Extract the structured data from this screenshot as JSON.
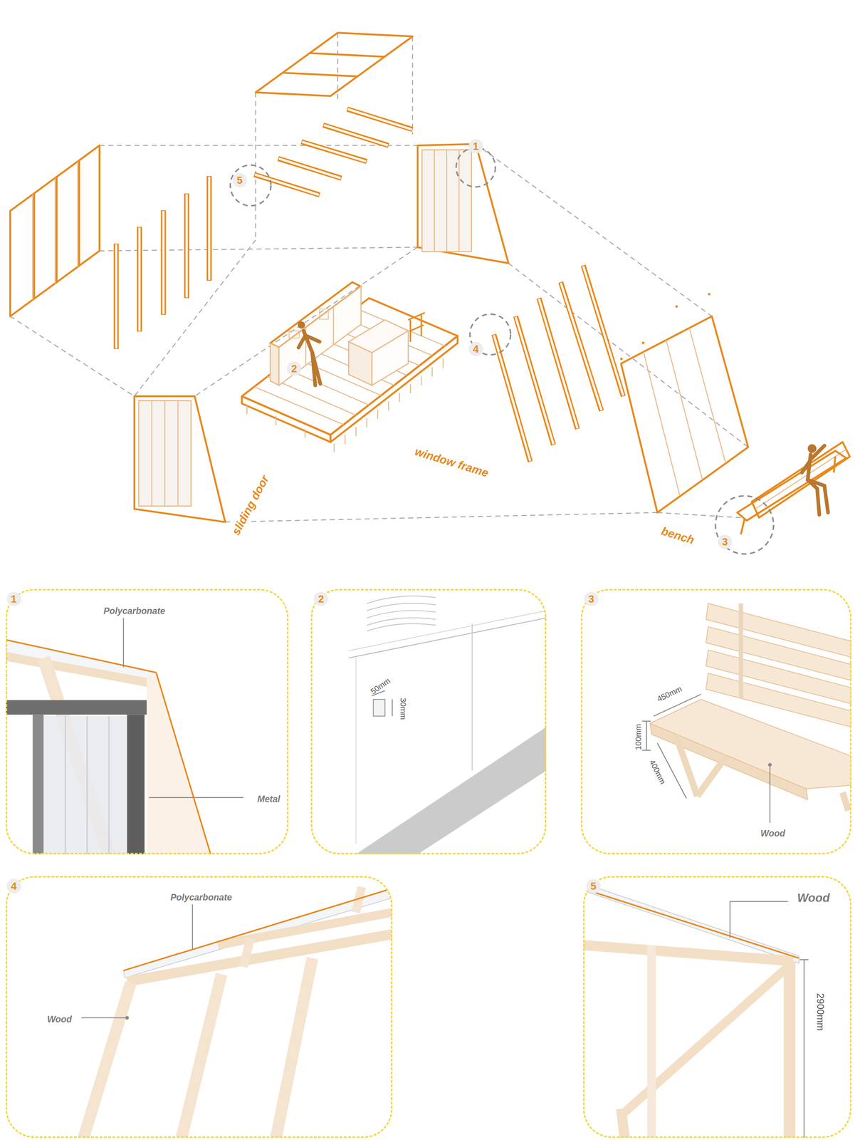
{
  "diagram": {
    "nodes": [
      {
        "text": [
          "1",
          "Polycarbonate",
          "Metal"
        ]
      },
      {
        "text": [
          "2",
          "50mm",
          "30mm"
        ]
      },
      {
        "text": [
          "3",
          "450mm",
          "100mm",
          "400mm",
          "Wood"
        ]
      },
      {
        "text": [
          "4",
          "Polycarbonate",
          "Wood"
        ]
      },
      {
        "text": [
          "5",
          "Wood",
          "2900mm"
        ]
      }
    ],
    "labels": [
      "1",
      "5",
      "2",
      "4",
      "3",
      "sliding door",
      "window frame",
      "bench"
    ]
  }
}
